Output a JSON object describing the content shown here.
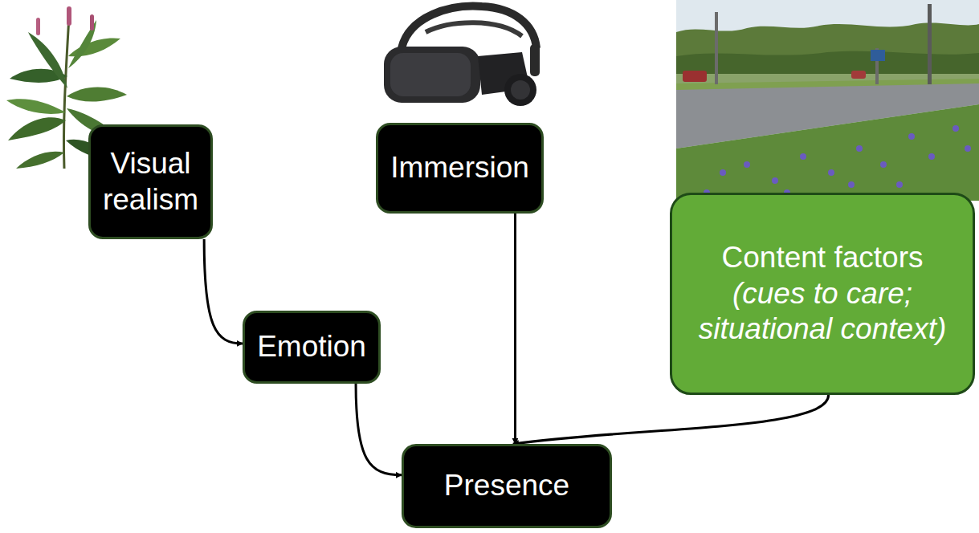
{
  "diagram": {
    "nodes": [
      {
        "text": [
          "Visual realism"
        ]
      },
      {
        "text": [
          "Immersion"
        ]
      },
      {
        "text": [
          "Emotion"
        ]
      },
      {
        "text": [
          "Content factors",
          "(cues to care; situational context)"
        ]
      },
      {
        "text": [
          "Presence"
        ]
      }
    ],
    "edges": [
      {
        "from": 0,
        "to": 2,
        "arrow": "to"
      },
      {
        "from": 2,
        "to": 4,
        "arrow": "to"
      },
      {
        "from": 1,
        "to": 4,
        "arrow": "to"
      },
      {
        "from": 3,
        "to": 4,
        "arrow": "to"
      }
    ]
  }
}
